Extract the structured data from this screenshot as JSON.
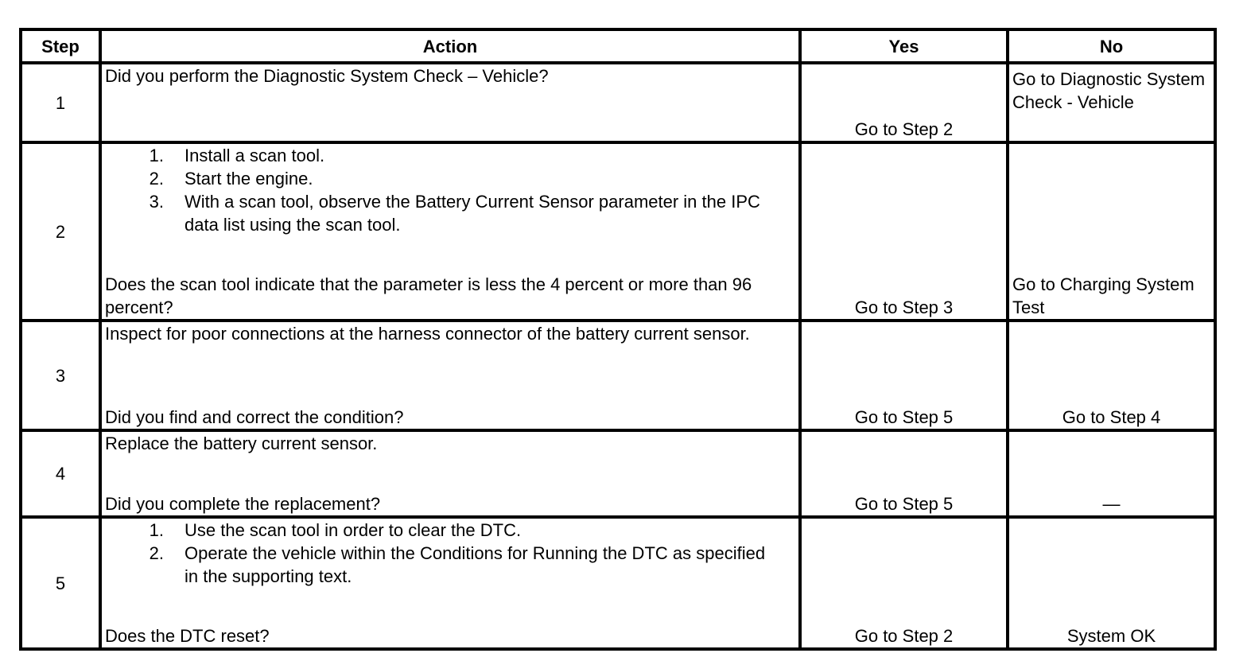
{
  "table": {
    "headers": {
      "step": "Step",
      "action": "Action",
      "yes": "Yes",
      "no": "No"
    },
    "rows": [
      {
        "step": "1",
        "intro": "",
        "list": [],
        "question": "Did you perform the Diagnostic System Check – Vehicle?",
        "yes": "Go to Step 2",
        "no": "Go to Diagnostic System Check - Vehicle"
      },
      {
        "step": "2",
        "intro": "",
        "list": [
          {
            "num": "1.",
            "text": "Install a scan tool."
          },
          {
            "num": "2.",
            "text": "Start the engine."
          },
          {
            "num": "3.",
            "text": "With a scan tool, observe the Battery Current Sensor parameter in the IPC data list using the scan tool."
          }
        ],
        "question": "Does the scan tool indicate that the parameter is less the 4 percent or more than 96 percent?",
        "yes": "Go to Step 3",
        "no": "Go to Charging System Test"
      },
      {
        "step": "3",
        "intro": "Inspect for poor connections at the harness connector of the battery current sensor.",
        "list": [],
        "question": "Did you find and correct the condition?",
        "yes": "Go to Step 5",
        "no": "Go to Step 4"
      },
      {
        "step": "4",
        "intro": "Replace the battery current sensor.",
        "list": [],
        "question": "Did you complete the replacement?",
        "yes": "Go to Step 5",
        "no": "—"
      },
      {
        "step": "5",
        "intro": "",
        "list": [
          {
            "num": "1.",
            "text": "Use the scan tool in order to clear the DTC."
          },
          {
            "num": "2.",
            "text": "Operate the vehicle within the Conditions for Running the DTC as specified in the supporting text."
          }
        ],
        "question": "Does the DTC reset?",
        "yes": "Go to Step 2",
        "no": "System OK"
      }
    ]
  }
}
